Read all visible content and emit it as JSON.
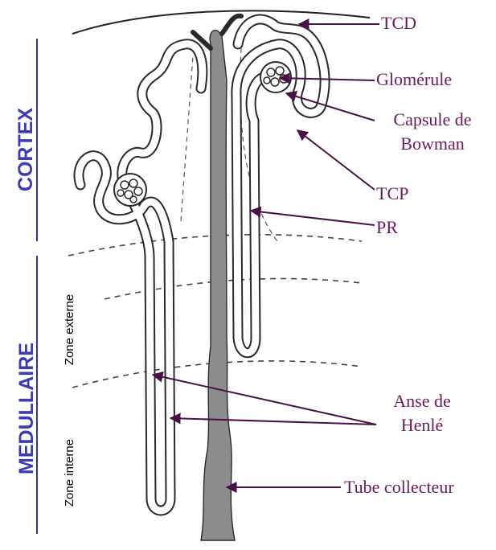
{
  "colors": {
    "region_text": "#3b3bb6",
    "callout_text": "#6b1a5e",
    "arrow": "#4a1244",
    "tubule_stroke": "#2a2a2a",
    "tubule_fill": "#ffffff",
    "collector_fill": "#8c8c8c",
    "divider": "#2f2fb0"
  },
  "regions": {
    "cortex": "CORTEX",
    "medullaire": "MEDULLAIRE"
  },
  "zones": {
    "externe": "Zone externe",
    "interne": "Zone interne"
  },
  "callouts": {
    "tcd": "TCD",
    "glomerule": "Glomérule",
    "capsule_line1": "Capsule de",
    "capsule_line2": "Bowman",
    "tcp": "TCP",
    "pr": "PR",
    "anse_line1": "Anse de",
    "anse_line2": "Henlé",
    "tube_collecteur": "Tube collecteur"
  },
  "icons": {
    "glomerulus": "glomerulus-icon",
    "arrow": "arrow-icon"
  }
}
